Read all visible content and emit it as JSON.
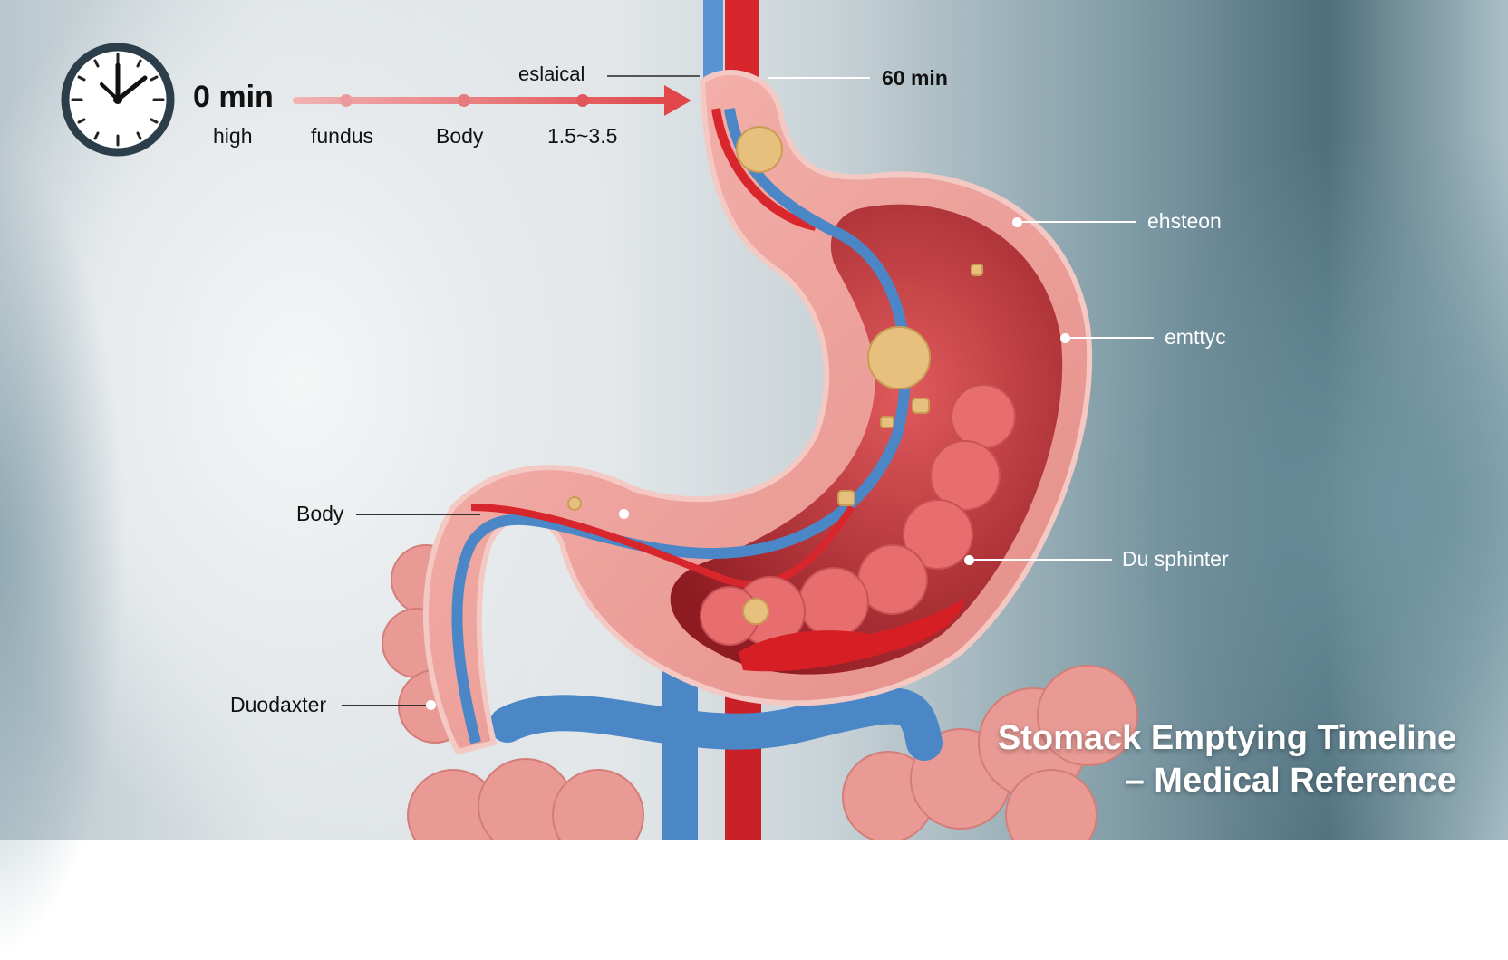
{
  "title": {
    "line1": "Stomack Emptying Timeline",
    "line2": "– Medical Reference"
  },
  "timeline": {
    "start_label": "0 min",
    "start_sub": "high",
    "stops": [
      {
        "label": "fundus"
      },
      {
        "label": "Body"
      },
      {
        "label": "1.5~3.5"
      }
    ],
    "above_label": "eslaical",
    "end_label": "60 min",
    "arrow_color": "#e0464a"
  },
  "callouts": {
    "right": [
      {
        "label": "ehsteon"
      },
      {
        "label": "emttyc"
      },
      {
        "label": "Du sphinter"
      }
    ],
    "left": [
      {
        "label": "Body"
      },
      {
        "label": "Duodaxter"
      }
    ]
  },
  "icons": {
    "clock": "clock-icon"
  },
  "colors": {
    "stomach_pink": "#ee9f9a",
    "artery_red": "#d8262d",
    "vein_blue": "#4b86c6",
    "interior": "#a3252b"
  }
}
